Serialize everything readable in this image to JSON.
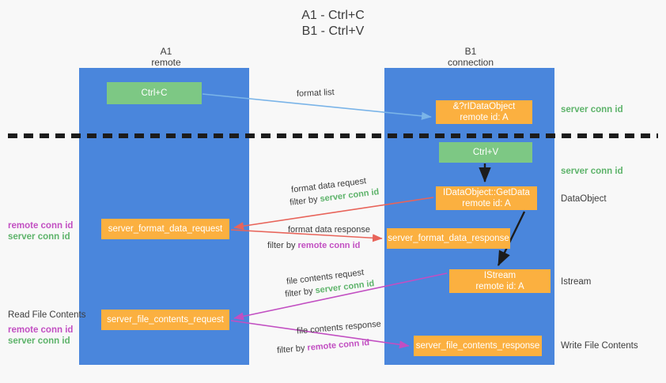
{
  "title": {
    "line1": "A1 - Ctrl+C",
    "line2": "B1 - Ctrl+V"
  },
  "lanes": [
    {
      "name": "A1",
      "subtitle": "remote"
    },
    {
      "name": "B1",
      "subtitle": "connection"
    }
  ],
  "nodes": {
    "ctrl_c": "Ctrl+C",
    "ctrl_v": "Ctrl+V",
    "idataobject_line1": "&?rIDataObject",
    "idataobject_line2": "remote id: A",
    "getdata_line1": "IDataObject::GetData",
    "getdata_line2": "remote id: A",
    "istream_line1": "IStream",
    "istream_line2": "remote id: A",
    "server_format_data_request": "server_format_data_request",
    "server_format_data_response": "server_format_data_response",
    "server_file_contents_request": "server_file_contents_request",
    "server_file_contents_response": "server_file_contents_response"
  },
  "side_labels": {
    "server_conn_id_top": "server conn id",
    "server_conn_id_mid": "server conn id",
    "dataobject": "DataObject",
    "istream": "Istream",
    "write_file_contents": "Write File Contents",
    "read_file_contents": "Read File Contents",
    "remote_conn_id": "remote conn id",
    "server_conn_id": "server conn id"
  },
  "edges": {
    "format_list": "format list",
    "format_data_request": "format data request",
    "format_data_filter_prefix": "filter by ",
    "format_data_filter_value": "server conn id",
    "format_data_response": "format data response",
    "format_data_response_filter_prefix": "filter by ",
    "format_data_response_filter_value": "remote conn id",
    "file_contents_request": "file contents request",
    "file_contents_filter_prefix": "filter by ",
    "file_contents_filter_value": "server conn id",
    "file_contents_response": "file contents response",
    "file_contents_response_filter_prefix": "filter by ",
    "file_contents_response_filter_value": "remote conn id"
  },
  "colors": {
    "lane": "#4a86dc",
    "node_green": "#7dc884",
    "node_orange": "#fbb040",
    "server_conn_id": "#5db36a",
    "remote_conn_id": "#c24fc2",
    "arrow_blue": "#7ab4e8",
    "arrow_red": "#e8645a",
    "arrow_magenta": "#c24fc2",
    "arrow_black": "#1c1c1c",
    "background": "#f8f8f8"
  }
}
